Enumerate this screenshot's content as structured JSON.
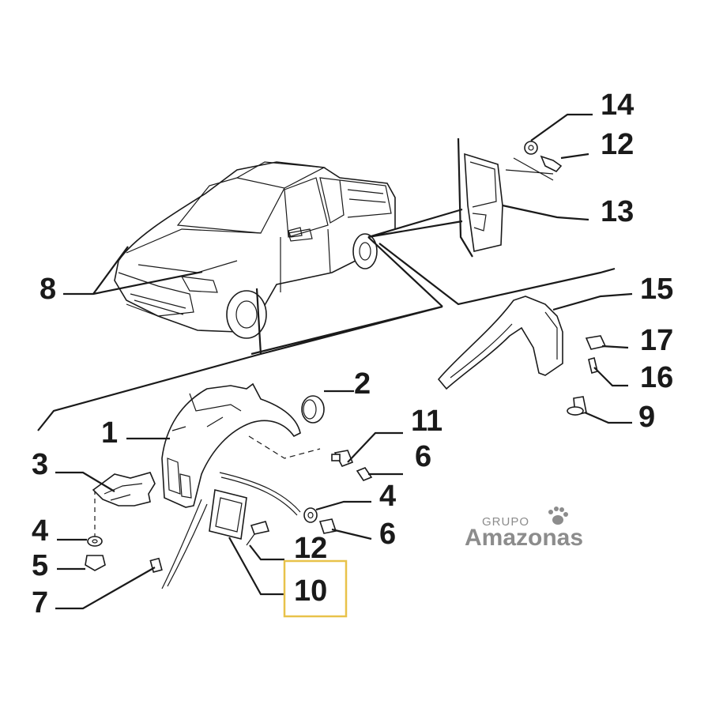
{
  "labels": {
    "p1": "1",
    "p2": "2",
    "p3": "3",
    "p4a": "4",
    "p4b": "4",
    "p5": "5",
    "p6a": "6",
    "p6b": "6",
    "p7": "7",
    "p8": "8",
    "p9": "9",
    "p10": "10",
    "p11": "11",
    "p12a": "12",
    "p12b": "12",
    "p13": "13",
    "p14": "14",
    "p15": "15",
    "p16": "16",
    "p17": "17"
  },
  "highlight": {
    "part": "10",
    "color": "#e8c24a"
  },
  "logo": {
    "small": "GRUPO",
    "big": "Amazonas",
    "color": "#8c8c8c"
  }
}
